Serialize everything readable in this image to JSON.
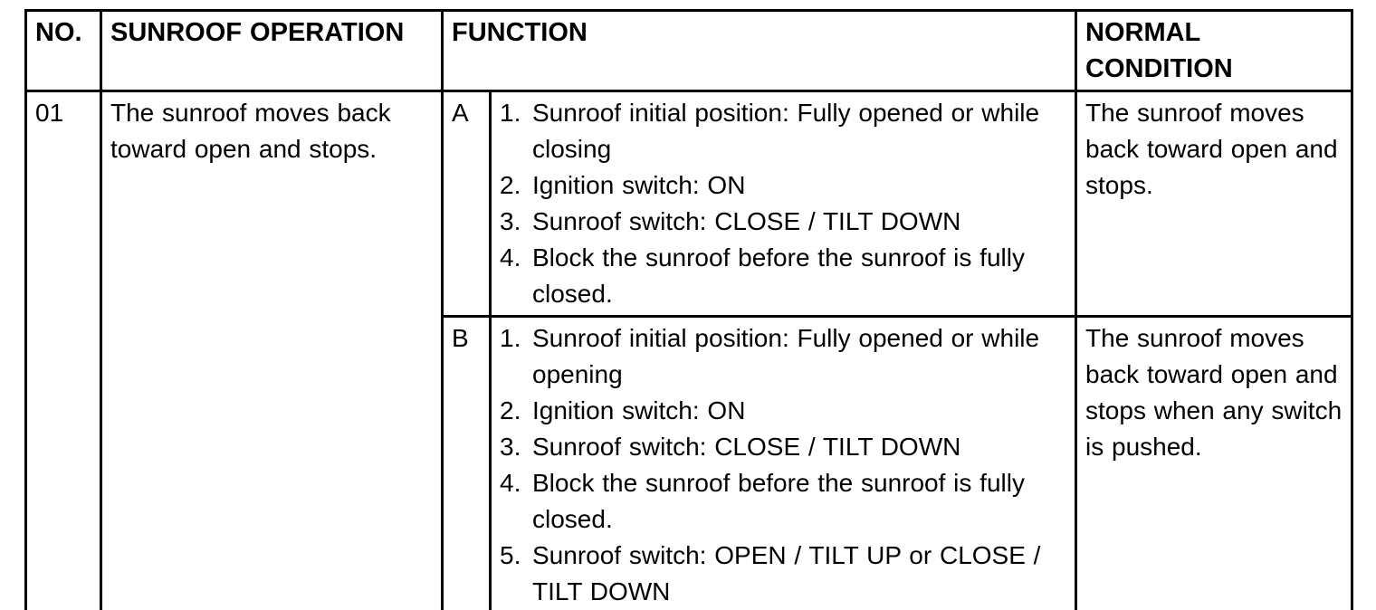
{
  "table": {
    "headers": {
      "no": "NO.",
      "operation": "SUNROOF OPERATION",
      "function": "FUNCTION",
      "normal_condition": "NORMAL CONDITION"
    },
    "rows": [
      {
        "no": "01",
        "operation": "The sunroof moves back toward open and stops.",
        "functions": [
          {
            "label": "A",
            "steps": [
              {
                "num": "1.",
                "text": "Sunroof initial position: Fully opened or while closing"
              },
              {
                "num": "2.",
                "text": "Ignition switch: ON"
              },
              {
                "num": "3.",
                "text": "Sunroof switch: CLOSE / TILT DOWN"
              },
              {
                "num": "4.",
                "text": "Block the sunroof before the sunroof is fully closed."
              }
            ],
            "normal_condition": "The sunroof moves back toward open and stops."
          },
          {
            "label": "B",
            "steps": [
              {
                "num": "1.",
                "text": "Sunroof initial position: Fully opened or while opening"
              },
              {
                "num": "2.",
                "text": "Ignition switch: ON"
              },
              {
                "num": "3.",
                "text": "Sunroof switch: CLOSE / TILT DOWN"
              },
              {
                "num": "4.",
                "text": "Block the sunroof before the sunroof is fully closed."
              },
              {
                "num": "5.",
                "text": "Sunroof switch: OPEN / TILT UP or CLOSE / TILT DOWN"
              }
            ],
            "normal_condition": "The sunroof moves back toward open and stops when any switch is pushed."
          }
        ]
      }
    ]
  }
}
